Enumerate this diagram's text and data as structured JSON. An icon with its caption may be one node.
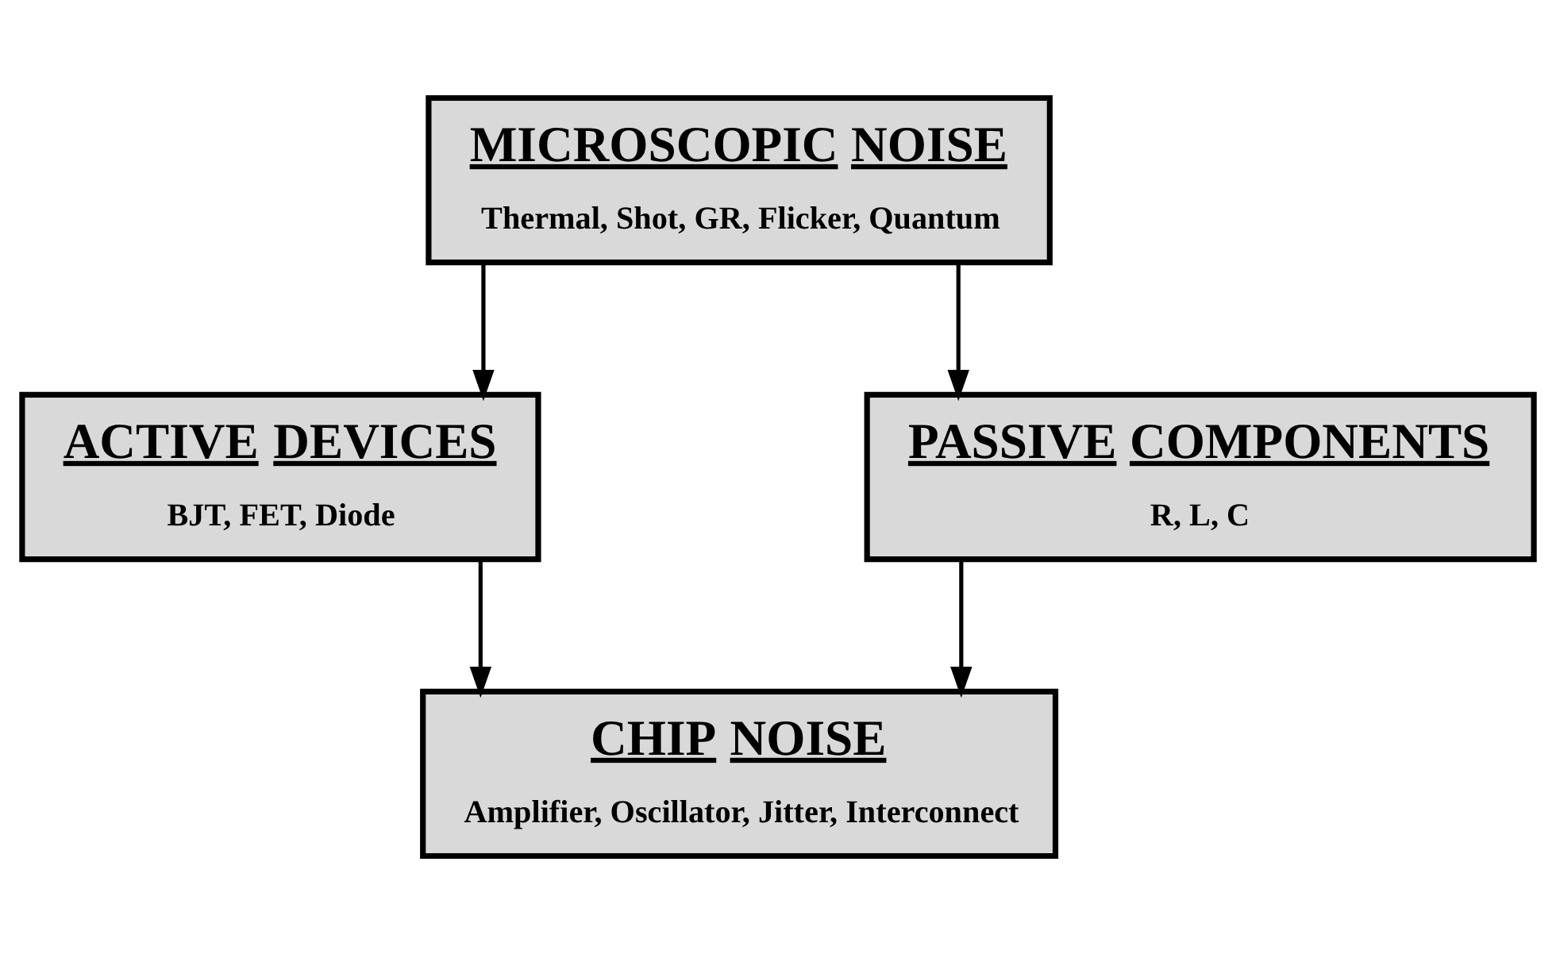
{
  "diagram": {
    "nodes": [
      {
        "text": [
          "MICROSCOPIC NOISE",
          "Thermal, Shot, GR, Flicker, Quantum"
        ]
      },
      {
        "text": [
          "ACTIVE DEVICES",
          "BJT, FET, Diode"
        ]
      },
      {
        "text": [
          "PASSIVE COMPONENTS",
          "R, L, C"
        ]
      },
      {
        "text": [
          "CHIP NOISE",
          "Amplifier, Oscillator, Jitter, Interconnect"
        ]
      }
    ],
    "edges": [
      {
        "from": 0,
        "to": 1,
        "arrow": "to"
      },
      {
        "from": 0,
        "to": 2,
        "arrow": "to"
      },
      {
        "from": 1,
        "to": 3,
        "arrow": "to"
      },
      {
        "from": 2,
        "to": 3,
        "arrow": "to"
      }
    ]
  }
}
